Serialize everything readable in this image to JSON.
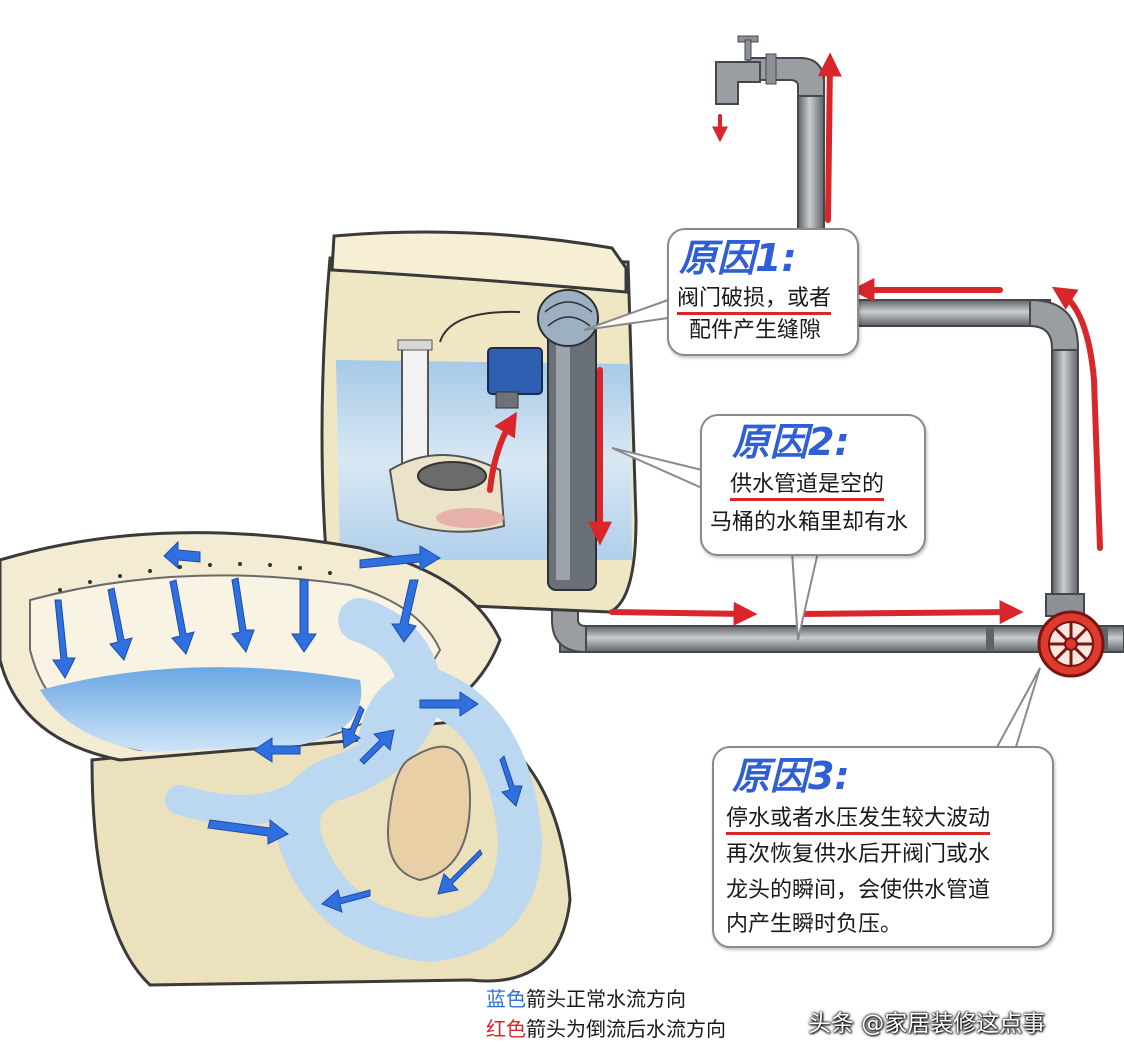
{
  "callouts": {
    "reason1": {
      "title": "原因1:",
      "lines": [
        "阀门破损，或者",
        "配件产生缝隙"
      ]
    },
    "reason2": {
      "title": "原因2:",
      "lines": [
        "供水管道是空的",
        "马桶的水箱里却有水"
      ]
    },
    "reason3": {
      "title": "原因3:",
      "lines": [
        "停水或者水压发生较大波动",
        "再次恢复供水后开阀门或水",
        "龙头的瞬间，会使供水管道",
        "内产生瞬时负压。"
      ]
    }
  },
  "legend": {
    "blue_word": "蓝色",
    "blue_rest": "箭头正常水流方向",
    "red_word": "红色",
    "red_rest": "箭头为倒流后水流方向"
  },
  "watermark": "头条 @家居装修这点事",
  "colors": {
    "normal_flow": "#2f6fe0",
    "backflow": "#d8262a",
    "title_blue": "#2f5fd6",
    "ceramic": "#efe6c4",
    "pipe": "#7d8288",
    "water": "#8ec3ec"
  }
}
